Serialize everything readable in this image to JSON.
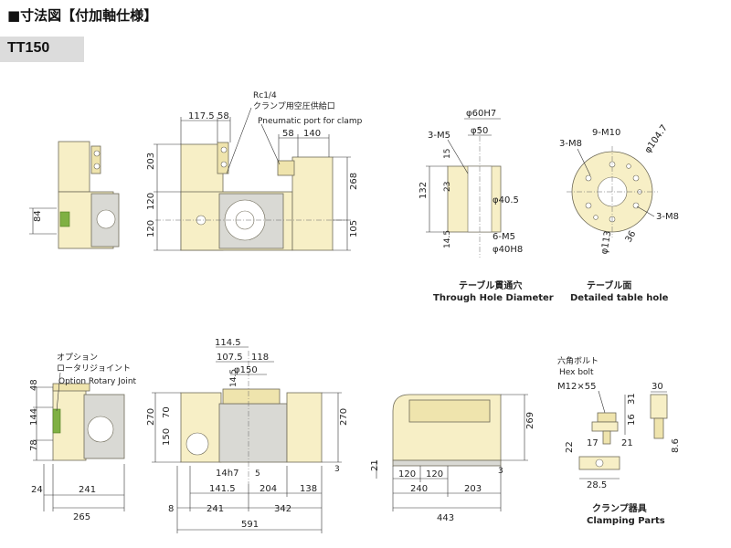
{
  "header": {
    "title": "■寸法図【付加軸仕様】",
    "model": "TT150"
  },
  "top_side_view": {
    "dim_84": "84"
  },
  "top_front_view": {
    "dims": {
      "d117_5": "117.5",
      "d58": "58",
      "d58b": "58",
      "d140": "140",
      "d203": "203",
      "d120": "120",
      "d120b": "120",
      "d268": "268",
      "d105": "105"
    },
    "callout_rc": "Rc1/4",
    "callout_jp": "クランプ用空圧供給口",
    "callout_en": "Pneumatic port for clamp"
  },
  "through_hole": {
    "dims": {
      "phi60h7": "φ60H7",
      "phi50": "φ50",
      "m5": "3-M5",
      "d15": "15",
      "d132": "132",
      "d23": "23",
      "phi40_5": "φ40.5",
      "m5b": "6-M5",
      "phi40h8": "φ40H8",
      "d14_5": "14.5"
    },
    "caption_jp": "テーブル貫通穴",
    "caption_en": "Through Hole Diameter"
  },
  "table_face": {
    "dims": {
      "m8": "3-M8",
      "m10": "9-M10",
      "phi104_7": "φ104.7",
      "m8b": "3-M8",
      "phi113": "φ113",
      "d36": "36"
    },
    "caption_jp": "テーブル面",
    "caption_en": "Detailed table hole"
  },
  "bottom_side_view": {
    "callout_jp1": "オプション",
    "callout_jp2": "ロータリジョイント",
    "callout_en": "Option Rotary Joint",
    "dims": {
      "d48": "48",
      "d144": "144",
      "d78": "78",
      "d24": "24",
      "d241": "241",
      "d265": "265"
    }
  },
  "bottom_front_view": {
    "dims": {
      "d114_5": "114.5",
      "d107_5": "107.5",
      "d118": "118",
      "phi150": "φ150",
      "d14_5": "14.5",
      "d270": "270",
      "d70": "70",
      "d150": "150",
      "d14h7": "14h7",
      "d5": "5",
      "d141_5": "141.5",
      "d204": "204",
      "d138": "138",
      "d8": "8",
      "d241": "241",
      "d342": "342",
      "d591": "591",
      "d270b": "270",
      "d3": "3"
    }
  },
  "bottom_top_view": {
    "dims": {
      "d21": "21",
      "d120a": "120",
      "d120b": "120",
      "d240": "240",
      "d203": "203",
      "d443": "443",
      "d269": "269",
      "d3": "3"
    }
  },
  "clamp_parts": {
    "bolt_jp": "六角ボルト",
    "bolt_en": "Hex bolt",
    "bolt_size": "M12×55",
    "dims": {
      "d30": "30",
      "d31": "31",
      "d16": "16",
      "d17": "17",
      "d21": "21",
      "d22": "22",
      "d28_5": "28.5",
      "d8_6": "8.6"
    },
    "caption_jp": "クランプ器具",
    "caption_en": "Clamping Parts"
  },
  "colors": {
    "body": "#f7efc6",
    "accent_green": "#7fb043",
    "outline": "#6e6a58"
  }
}
